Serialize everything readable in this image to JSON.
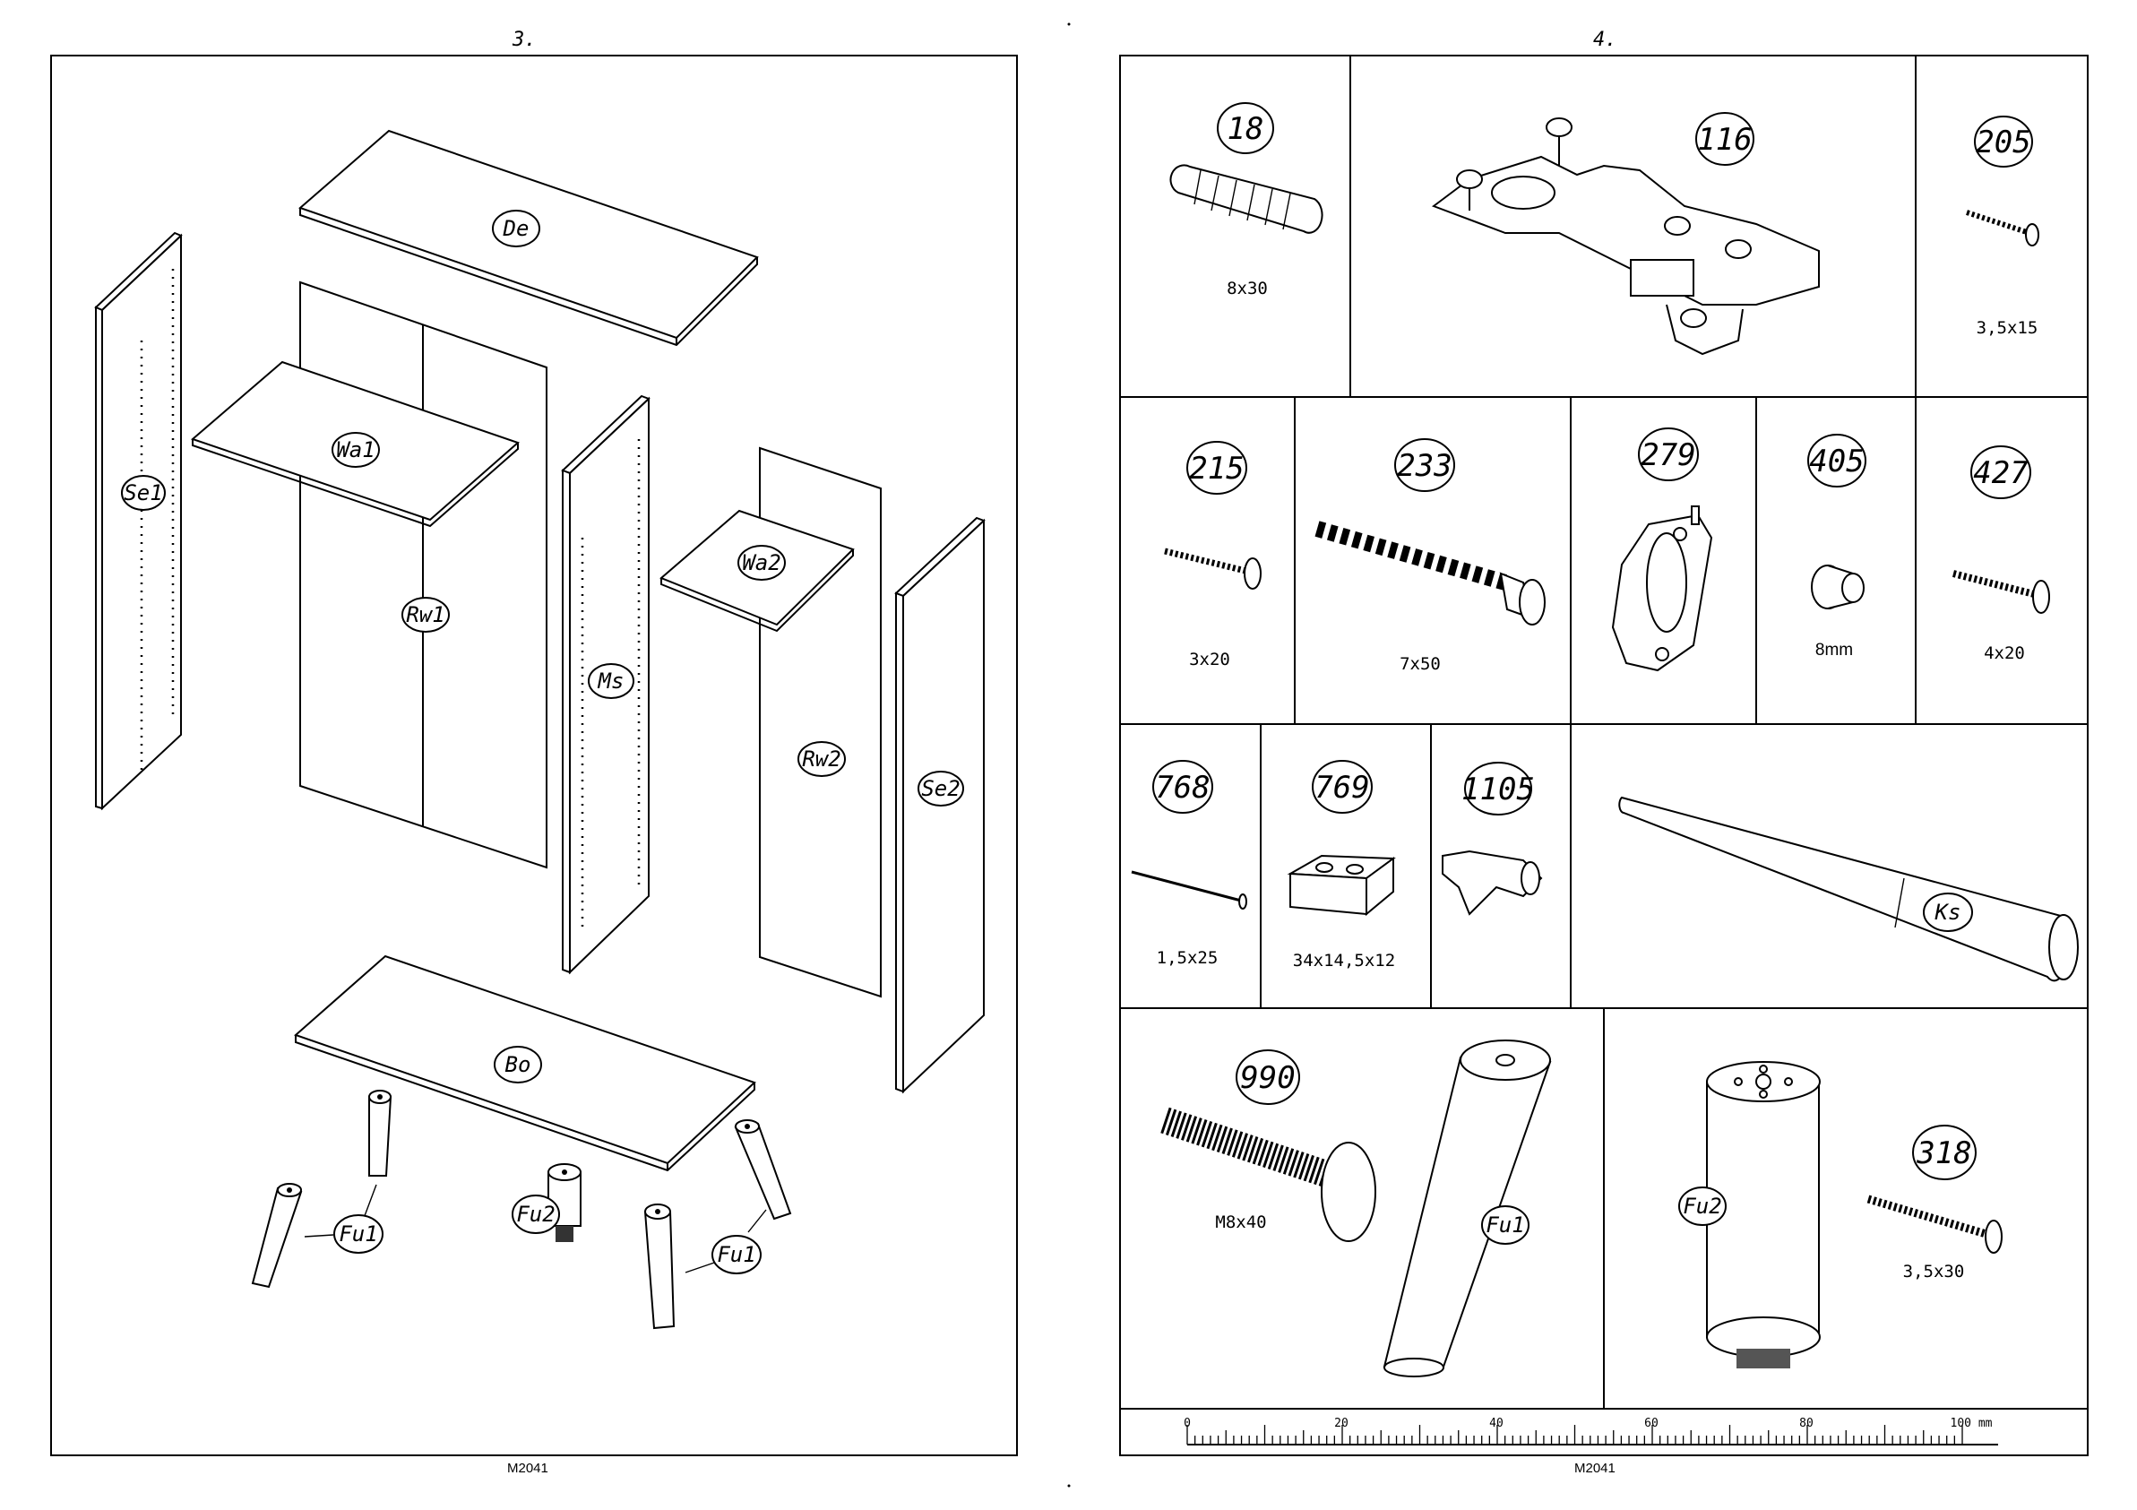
{
  "left_page": {
    "page_number": "3.",
    "footer_code": "M2041",
    "parts": [
      "De",
      "Wa1",
      "Se1",
      "Rw1",
      "Ms",
      "Wa2",
      "Rw2",
      "Se2",
      "Bo",
      "Fu1",
      "Fu2",
      "Fu1"
    ]
  },
  "right_page": {
    "page_number": "4.",
    "footer_code": "M2041",
    "hardware": [
      {
        "number": "18",
        "size": "8x30"
      },
      {
        "number": "116",
        "size": ""
      },
      {
        "number": "205",
        "size": "3,5x15"
      },
      {
        "number": "215",
        "size": "3x20"
      },
      {
        "number": "233",
        "size": "7x50"
      },
      {
        "number": "279",
        "size": ""
      },
      {
        "number": "405",
        "size": "8mm"
      },
      {
        "number": "427",
        "size": "4x20"
      },
      {
        "number": "768",
        "size": "1,5x25"
      },
      {
        "number": "769",
        "size": "34x14,5x12"
      },
      {
        "number": "1105",
        "size": ""
      },
      {
        "number": "990",
        "size": "M8x40"
      },
      {
        "number": "318",
        "size": "3,5x30"
      }
    ],
    "part_labels": {
      "rod": "Ks",
      "leg_round": "Fu1",
      "leg_cyl": "Fu2"
    },
    "ruler": {
      "labels": [
        "0",
        "20",
        "40",
        "60",
        "80",
        "100 mm"
      ]
    }
  }
}
